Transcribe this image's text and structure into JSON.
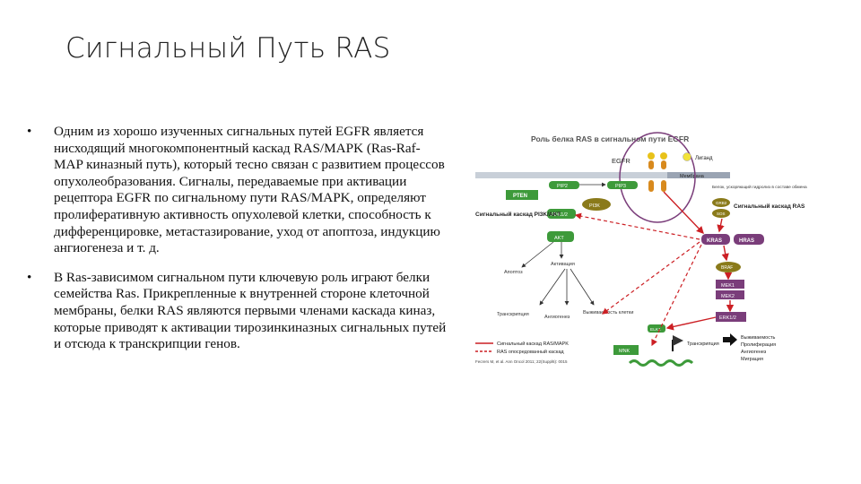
{
  "slide": {
    "title": "Сигнальный Путь RAS",
    "bullets": [
      "Одним из хорошо изученных сигнальных путей EGFR является нисходящий многокомпонентный каскад RAS/MAPK (Ras-Raf-MAP киназный путь), который тесно связан с развитием процессов опухолеобразования. Сигналы, передаваемые при активации рецептора EGFR по сигнальному пути RAS/MAPK, определяют пролиферативную активность опухолевой клетки, способность к дифференцировке, метастазирование, уход от апоптоза, индукцию ангиогенеза и т. д.",
      "В Ras-зависимом сигнальном пути ключевую роль играют белки семейства Ras. Прикрепленные к внутренней стороне клеточной мембраны, белки RAS являются первыми членами каскада киназ, которые приводят к активации тирозинкиназных сигнальных путей и отсюда к транскрипции генов."
    ],
    "bullet_char": "•"
  },
  "diagram": {
    "title": "Роль белка RAS в сигнальном пути EGFR",
    "receptor": "EGFR",
    "ligand": "Лиганд",
    "membrane": "Мембрана",
    "nodes": {
      "pten": "PTEN",
      "pip2": "PIP2",
      "pip3": "PIP3",
      "pi3k": "PI3K",
      "pdk": "PDK1/2",
      "akt": "AKT",
      "grb2": "GRB2",
      "sos": "SOS",
      "kras": "KRAS",
      "hras": "HRAS",
      "braf": "BRAF",
      "mek1": "MEK1",
      "mek2": "MEK2",
      "erk": "ERK1/2",
      "elk1": "ELK1",
      "mnk": "MNK"
    },
    "labels": {
      "pi3k_cascade": "Сигнальный каскад PI3K/AKT",
      "ras_cascade": "Сигнальный каскад RAS",
      "binding_note": "Белок, ускоряющий гидролиз в составе обмена",
      "apoptosis": "Апоптоз",
      "activation": "Активация",
      "transcription_left": "Транскрипция",
      "angiogenesis": "Ангиогенез",
      "survival": "Выживаемость клетки",
      "transcription_right": "Транскрипция",
      "outcomes": [
        "Выживаемость",
        "Пролиферация",
        "Ангиогенез",
        "Миграция"
      ]
    },
    "legend": {
      "mapk": "Сигнальный каскад RAS/MAPK",
      "ras_mediated": "RAS опосредованный каскад"
    },
    "citation": "Fecrers M, et al. Ann Oncol 2011; 22(Suppl6): 0015"
  },
  "colors": {
    "green_box": "#3d9a3a",
    "olive_node": "#8a7a1a",
    "red_arrow": "#cc1f24",
    "purple_ring": "#7a3d7a",
    "membrane": "#c8cfd8"
  }
}
